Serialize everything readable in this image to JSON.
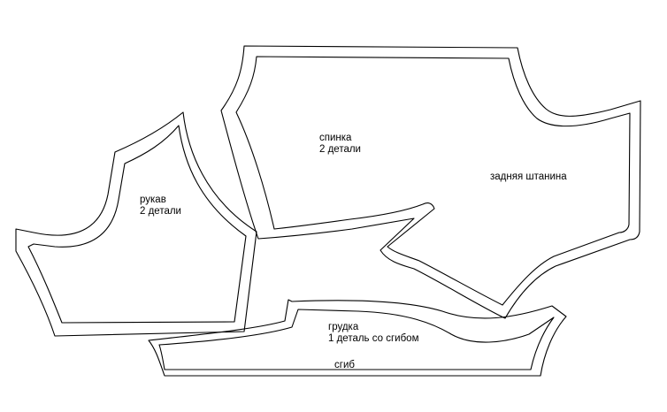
{
  "pieces": {
    "back": {
      "name": "спинка",
      "qty": "2 детали"
    },
    "back_leg": {
      "name": "задняя штанина"
    },
    "sleeve": {
      "name": "рукав",
      "qty": "2 детали"
    },
    "chest": {
      "name": "грудка",
      "qty": "1 деталь со сгибом",
      "fold": "сгиб"
    }
  },
  "colors": {
    "line": "#000000",
    "background": "#ffffff"
  }
}
